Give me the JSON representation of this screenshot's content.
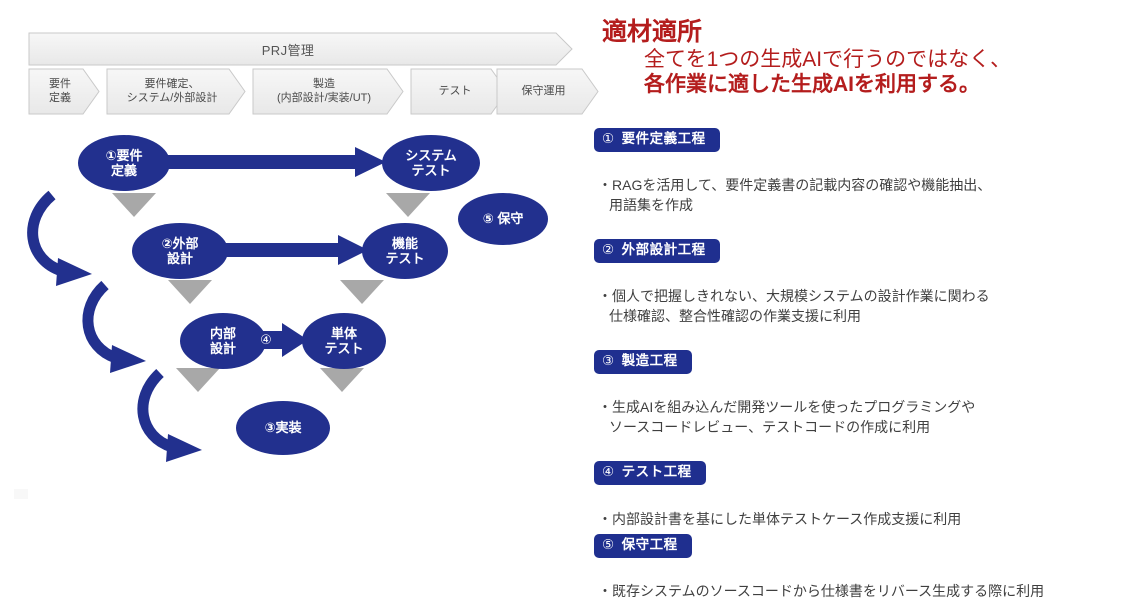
{
  "process_banner": {
    "title": "PRJ管理",
    "phases": [
      {
        "lines": [
          "要件",
          "定義"
        ]
      },
      {
        "lines": [
          "要件確定、",
          "システム/外部設計"
        ]
      },
      {
        "lines": [
          "製造",
          "(内部設計/実装/UT)"
        ]
      },
      {
        "lines": [
          "テスト"
        ]
      },
      {
        "lines": [
          "保守運用"
        ]
      }
    ]
  },
  "vmodel": {
    "nodes": [
      {
        "id": "req-def",
        "num": "①",
        "lines": [
          "要件",
          "定義"
        ]
      },
      {
        "id": "system-test",
        "num": "",
        "lines": [
          "システム",
          "テスト"
        ]
      },
      {
        "id": "ext-design",
        "num": "②",
        "lines": [
          "外部",
          "設計"
        ]
      },
      {
        "id": "func-test",
        "num": "",
        "lines": [
          "機能",
          "テスト"
        ]
      },
      {
        "id": "maintenance",
        "num": "⑤",
        "lines": [
          "保守"
        ]
      },
      {
        "id": "int-design",
        "num": "",
        "lines": [
          "内部",
          "設計"
        ]
      },
      {
        "id": "unit-test",
        "num": "",
        "lines": [
          "単体",
          "テスト"
        ]
      },
      {
        "id": "implement",
        "num": "③",
        "lines": [
          "実装"
        ]
      }
    ],
    "arrow4_label": "④",
    "colors": {
      "node_fill": "#22308e",
      "arrow": "#1f2f8f",
      "triangle": "#a8a8a8"
    }
  },
  "headline": {
    "line1": "適材適所",
    "line2": "全てを1つの生成AIで行うのではなく、",
    "line3": "各作業に適した生成AIを利用する。",
    "color": "#b41d1d"
  },
  "sections": [
    {
      "num": "①",
      "title": "要件定義工程",
      "bullet_line1": "・RAGを活用して、要件定義書の記載内容の確認や機能抽出、",
      "bullet_line2": "用語集を作成"
    },
    {
      "num": "②",
      "title": "外部設計工程",
      "bullet_line1": "・個人で把握しきれない、大規模システムの設計作業に関わる",
      "bullet_line2": "仕様確認、整合性確認の作業支援に利用"
    },
    {
      "num": "③",
      "title": "製造工程",
      "bullet_line1": "・生成AIを組み込んだ開発ツールを使ったプログラミングや",
      "bullet_line2": "ソースコードレビュー、テストコードの作成に利用"
    },
    {
      "num": "④",
      "title": "テスト工程",
      "bullet_line1": "・内部設計書を基にした単体テストケース作成支援に利用",
      "bullet_line2": ""
    },
    {
      "num": "⑤",
      "title": "保守工程",
      "bullet_line1": "・既存システムのソースコードから仕様書をリバース生成する際に利用",
      "bullet_line2": ""
    }
  ]
}
